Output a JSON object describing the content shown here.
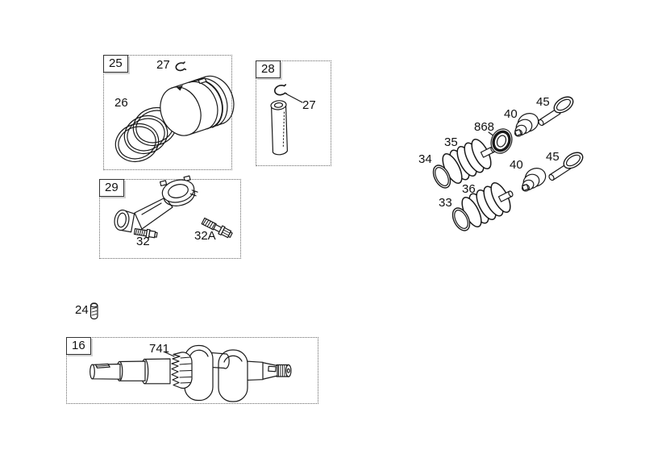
{
  "diagram": {
    "background": "#ffffff",
    "line_color": "#1a1a1a",
    "groups": {
      "piston_group": {
        "box_ref": "25",
        "rings_label": "26",
        "clip_label": "27"
      },
      "pin_group": {
        "box_ref": "28",
        "clip_label": "27"
      },
      "rod_group": {
        "box_ref": "29",
        "screw_label": "32",
        "screw_a_label": "32A"
      },
      "crank_group": {
        "box_ref": "16",
        "gear_label": "741"
      },
      "key_label": "24",
      "valve_train": {
        "intake_valve": "34",
        "intake_spring": "35",
        "valve_seal": "868",
        "retainer_upper": "40",
        "tappet_upper": "45",
        "exhaust_valve": "33",
        "exhaust_spring": "36",
        "retainer_lower": "40",
        "tappet_lower": "45"
      }
    }
  }
}
